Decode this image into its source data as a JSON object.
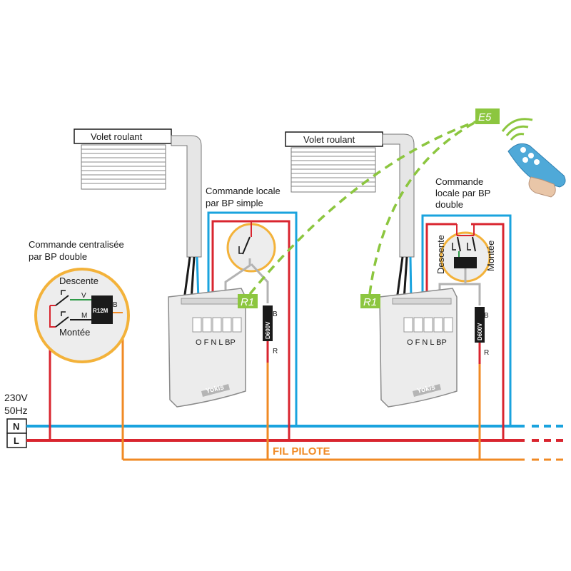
{
  "colors": {
    "neutral": "#1aa3de",
    "live": "#d9252f",
    "pilot": "#f08a24",
    "radio": "#8cc63f",
    "grey_wire": "#b3b3b3",
    "remote": "#4fa9d8"
  },
  "supply": {
    "voltage": "230V",
    "frequency": "50Hz",
    "neutral_label": "N",
    "live_label": "L"
  },
  "pilot_wire_label": "FIL PILOTE",
  "central_command": {
    "title_line1": "Commande centralisée",
    "title_line2": "par BP double",
    "down_label": "Descente",
    "up_label": "Montée",
    "v_label": "V",
    "m_label": "M",
    "module_label": "R12M",
    "b_label": "B"
  },
  "left_unit": {
    "shutter_label": "Volet roulant",
    "command_line1": "Commande locale",
    "command_line2": "par BP simple",
    "receiver_tag": "R1",
    "terminals": "O F N L BP",
    "brand": "Yokis",
    "dimmer_label": "D600V",
    "b_label": "B",
    "r_label": "R"
  },
  "right_unit": {
    "shutter_label": "Volet roulant",
    "command_line1": "Commande",
    "command_line2": "locale par BP",
    "command_line3": "double",
    "down_label": "Descente",
    "up_label": "Montée",
    "receiver_tag": "R1",
    "transmitter_tag": "E5",
    "terminals": "O F N L BP",
    "brand": "Yokis",
    "dimmer_label": "D600V",
    "b_label": "B",
    "r_label": "R"
  }
}
